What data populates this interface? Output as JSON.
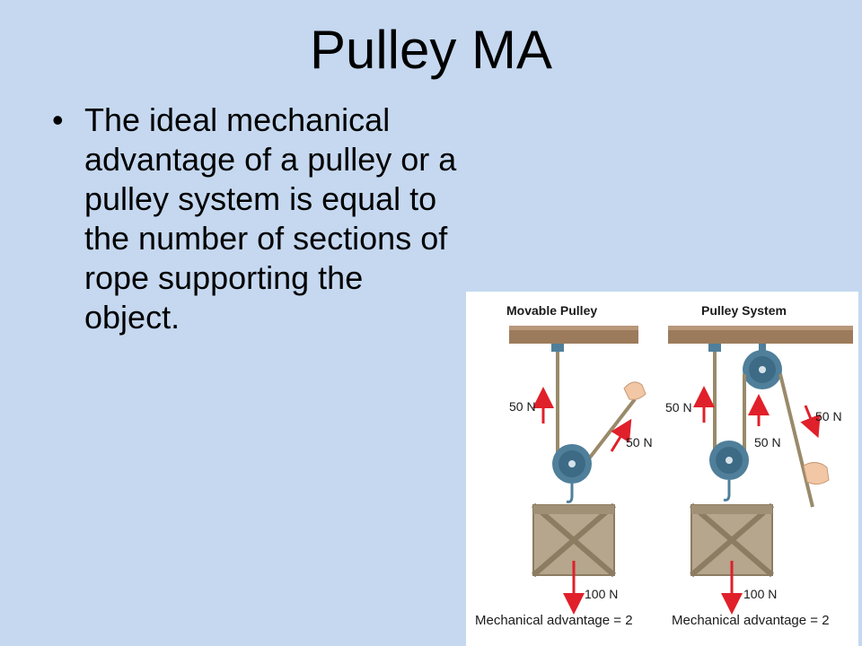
{
  "slide": {
    "title": "Pulley MA",
    "bullet_marker": "•",
    "bullet_text": "The ideal mechanical advantage of a pulley or a pulley system is equal to the number of sections of rope supporting the object."
  },
  "figure": {
    "left_panel": {
      "heading": "Movable Pulley",
      "force_rope_up": "50 N",
      "force_pull": "50 N",
      "force_load": "100 N",
      "caption": "Mechanical advantage = 2"
    },
    "right_panel": {
      "heading": "Pulley System",
      "force_rope_left": "50 N",
      "force_rope_middle": "50 N",
      "force_pull": "50 N",
      "force_load": "100 N",
      "caption": "Mechanical advantage = 2"
    },
    "colors": {
      "ceiling": "#9c7b5c",
      "pulley": "#4f7f9a",
      "rope": "#9a8a6a",
      "crate": "#b5a68d",
      "arrow": "#e0202a"
    }
  }
}
